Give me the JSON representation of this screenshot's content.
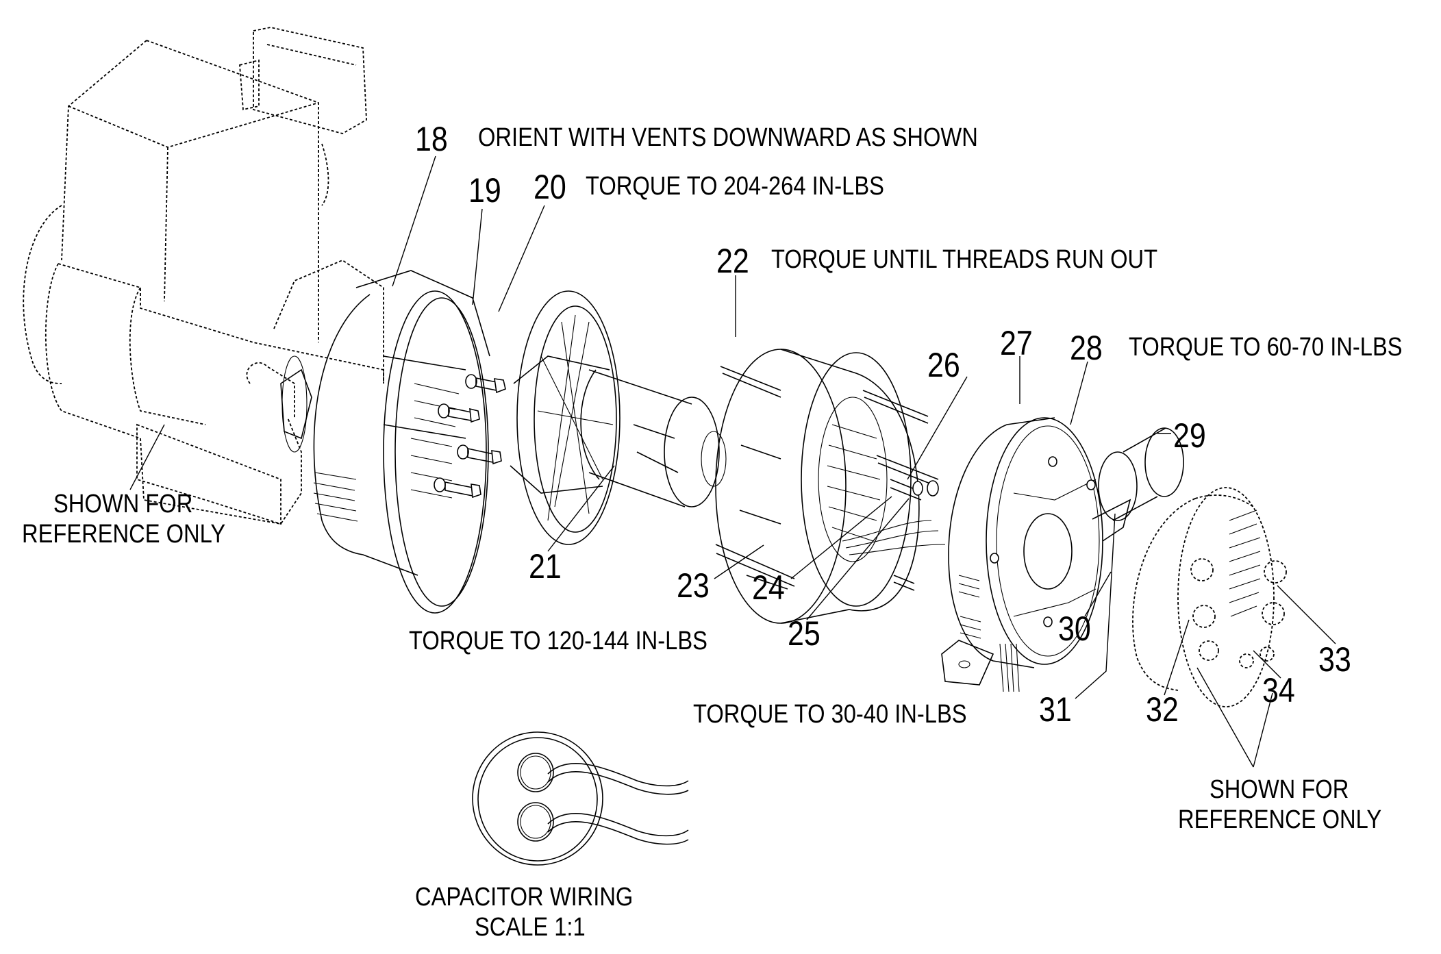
{
  "diagram": {
    "title": "Generator alternator exploded parts view",
    "callouts": [
      {
        "id": "18",
        "note": "ORIENT WITH VENTS DOWNWARD AS SHOWN"
      },
      {
        "id": "19",
        "note": ""
      },
      {
        "id": "20",
        "note": "TORQUE TO 204-264 IN-LBS"
      },
      {
        "id": "21",
        "note": ""
      },
      {
        "id": "22",
        "note": "TORQUE UNTIL THREADS RUN OUT"
      },
      {
        "id": "23",
        "note": ""
      },
      {
        "id": "24",
        "note": ""
      },
      {
        "id": "25",
        "note": ""
      },
      {
        "id": "26",
        "note": ""
      },
      {
        "id": "27",
        "note": ""
      },
      {
        "id": "28",
        "note": "TORQUE TO 60-70 IN-LBS"
      },
      {
        "id": "29",
        "note": ""
      },
      {
        "id": "30",
        "note": ""
      },
      {
        "id": "31",
        "note": ""
      },
      {
        "id": "32",
        "note": ""
      },
      {
        "id": "33",
        "note": ""
      },
      {
        "id": "34",
        "note": ""
      }
    ],
    "notes": {
      "torque_120_144": "TORQUE TO 120-144 IN-LBS",
      "torque_30_40": "TORQUE TO 30-40 IN-LBS"
    },
    "reference_left": {
      "line1": "SHOWN FOR",
      "line2": "REFERENCE ONLY"
    },
    "reference_right": {
      "line1": "SHOWN FOR",
      "line2": "REFERENCE ONLY"
    },
    "capacitor_detail": {
      "line1": "CAPACITOR WIRING",
      "line2": "SCALE 1:1"
    }
  }
}
